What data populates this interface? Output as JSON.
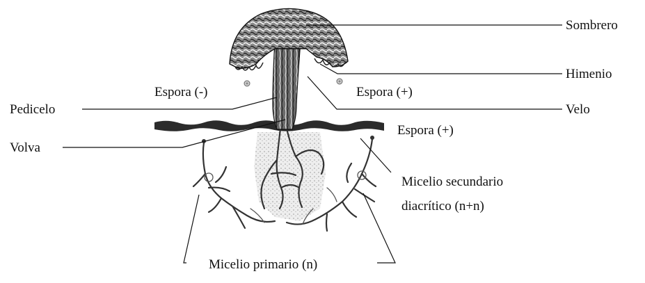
{
  "labels": {
    "sombrero": "Sombrero",
    "himenio": "Himenio",
    "velo": "Velo",
    "pedicelo": "Pedicelo",
    "volva": "Volva",
    "espora_minus": "Espora (-)",
    "espora_plus_1": "Espora (+)",
    "espora_plus_2": "Espora (+)",
    "micelio_secundario_line1": "Micelio secundario",
    "micelio_secundario_line2": "diacrítico  (n+n)",
    "micelio_primario": "Micelio primario (n)"
  }
}
